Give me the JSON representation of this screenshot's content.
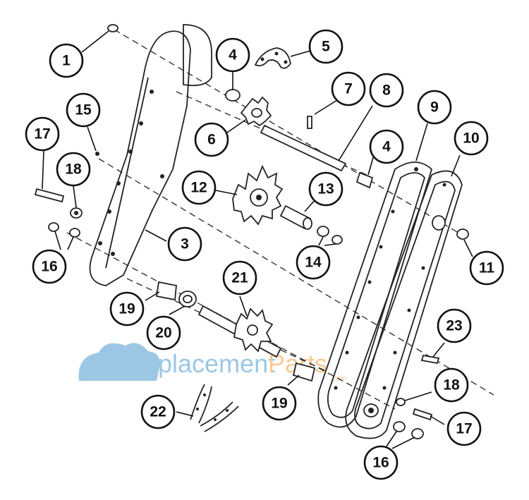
{
  "diagram": {
    "callouts": [
      "1",
      "4",
      "5",
      "7",
      "8",
      "15",
      "6",
      "9",
      "10",
      "17",
      "4",
      "18",
      "12",
      "13",
      "3",
      "16",
      "11",
      "14",
      "21",
      "19",
      "20",
      "23",
      "19",
      "22",
      "18",
      "16",
      "17"
    ]
  },
  "watermark": {
    "brand_part1": "Replacement",
    "brand_part2": "Parts",
    "domain_suffix": ".com",
    "brand_color": "#4a9bd0",
    "accent_color": "#f0a040"
  },
  "colors": {
    "line": "#222222",
    "background": "#ffffff"
  }
}
